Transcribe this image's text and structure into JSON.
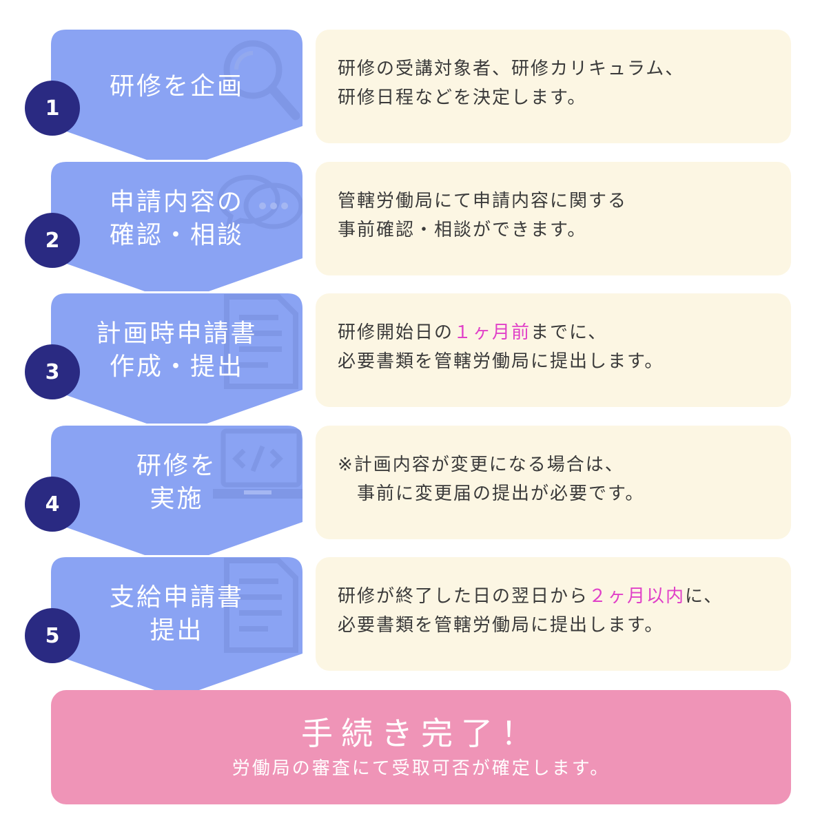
{
  "colors": {
    "chevron": "#8aa3f3",
    "number_circle": "#2a2a82",
    "description_bg": "#fcf6e3",
    "description_text": "#3a3a3a",
    "highlight": "#e040c8",
    "completion_bg": "#ef94b7"
  },
  "steps": [
    {
      "number": "1",
      "label": "研修を企画",
      "icon": "magnifier-icon",
      "description": [
        [
          {
            "text": "研修の受講対象者、研修カリキュラム、"
          }
        ],
        [
          {
            "text": "研修日程などを決定します。"
          }
        ]
      ]
    },
    {
      "number": "2",
      "label": "申請内容の\n確認・相談",
      "icon": "chat-bubbles-icon",
      "description": [
        [
          {
            "text": "管轄労働局にて申請内容に関する"
          }
        ],
        [
          {
            "text": "事前確認・相談ができます。"
          }
        ]
      ]
    },
    {
      "number": "3",
      "label": "計画時申請書\n作成・提出",
      "icon": "document-icon",
      "description": [
        [
          {
            "text": "研修開始日の"
          },
          {
            "text": "１ヶ月前",
            "highlight": true
          },
          {
            "text": "までに、"
          }
        ],
        [
          {
            "text": "必要書類を管轄労働局に提出します。"
          }
        ]
      ]
    },
    {
      "number": "4",
      "label": "研修を\n実施",
      "icon": "laptop-code-icon",
      "description": [
        [
          {
            "text": "※計画内容が変更になる場合は、"
          }
        ],
        [
          {
            "text": "　事前に変更届の提出が必要です。"
          }
        ]
      ]
    },
    {
      "number": "5",
      "label": "支給申請書\n提出",
      "icon": "document-icon",
      "description": [
        [
          {
            "text": "研修が終了した日の翌日から"
          },
          {
            "text": "２ヶ月以内",
            "highlight": true
          },
          {
            "text": "に、"
          }
        ],
        [
          {
            "text": "必要書類を管轄労働局に提出します。"
          }
        ]
      ]
    }
  ],
  "completion": {
    "title": "手続き完了！",
    "subtitle": "労働局の審査にて受取可否が確定します。"
  }
}
